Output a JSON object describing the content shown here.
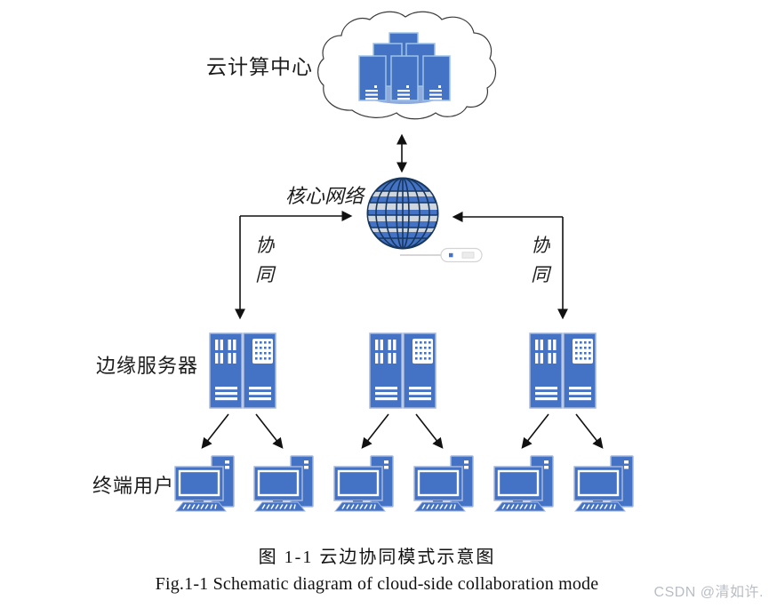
{
  "diagram": {
    "labels": {
      "cloud_center": "云计算中心",
      "core_network": "核心网络",
      "collab_left": "协同",
      "collab_right": "协同",
      "edge_server": "边缘服务器",
      "terminal_user": "终端用户"
    },
    "caption": {
      "cn": "图 1-1 云边协同模式示意图",
      "en": "Fig.1-1 Schematic diagram of cloud-side collaboration mode"
    },
    "watermark": "CSDN @清如许.",
    "structure": {
      "edge_server_count": 3,
      "terminal_user_count": 6
    },
    "colors": {
      "primary_blue": "#4472C4",
      "light_blue_base": "#8FAADC",
      "icon_outline": "#A6B8DC",
      "globe_line": "#17375E",
      "globe_band_gray": "#D0D6DE",
      "arrow_black": "#111111",
      "watermark_gray": "#B9BDC4",
      "cloud_outline": "#3A3A3A"
    }
  }
}
